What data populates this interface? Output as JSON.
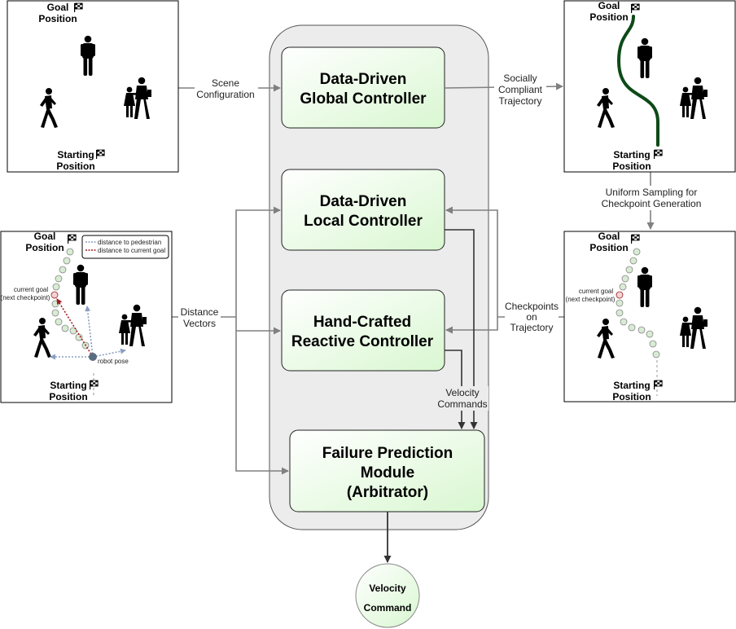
{
  "colors": {
    "box_fill": "#eafbe6",
    "container_fill": "#ececec",
    "trajectory": "#0d4a17",
    "edge": "#808080",
    "edge_dark": "#333333",
    "checkpoint": "#d8ecd4",
    "current_goal": "#f2d4d4",
    "pedestrian_line": "#8a9ec2",
    "goal_line": "#a01c1c"
  },
  "modules": {
    "global": [
      "Data-Driven",
      "Global Controller"
    ],
    "local": [
      "Data-Driven",
      "Local Controller"
    ],
    "reactive": [
      "Hand-Crafted",
      "Reactive Controller"
    ],
    "failure": [
      "Failure Prediction",
      "Module",
      "(Arbitrator)"
    ]
  },
  "output": [
    "Velocity",
    "Command"
  ],
  "edge_labels": {
    "scene_config": [
      "Scene",
      "Configuration"
    ],
    "socially_compliant": [
      "Socially",
      "Compliant",
      "Trajectory"
    ],
    "uniform_sampling": [
      "Uniform Sampling for",
      "Checkpoint Generation"
    ],
    "distance_vectors": [
      "Distance",
      "Vectors"
    ],
    "checkpoints": [
      "Checkpoints",
      "on",
      "Trajectory"
    ],
    "velocity_commands": [
      "Velocity",
      "Commands"
    ]
  },
  "panels": {
    "goal": [
      "Goal",
      "Position"
    ],
    "start": [
      "Starting",
      "Position"
    ],
    "current_goal": [
      "current goal",
      "(next checkpoint)"
    ],
    "robot_pose": "robot pose",
    "legend": [
      "distance to pedestrian",
      "distance to current goal"
    ]
  },
  "icons": [
    "goal-flag-icon",
    "start-flag-icon",
    "pedestrian-icon",
    "walking-person-icon",
    "parent-child-icon"
  ]
}
